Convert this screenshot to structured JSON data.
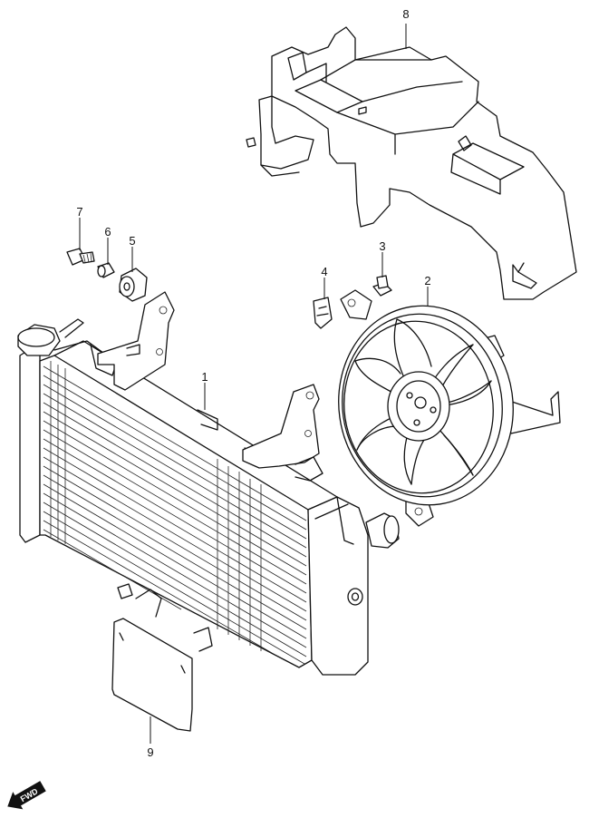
{
  "callouts": [
    {
      "id": "1",
      "label": "1"
    },
    {
      "id": "2",
      "label": "2"
    },
    {
      "id": "3",
      "label": "3"
    },
    {
      "id": "4",
      "label": "4"
    },
    {
      "id": "5",
      "label": "5"
    },
    {
      "id": "6",
      "label": "6"
    },
    {
      "id": "7",
      "label": "7"
    },
    {
      "id": "8",
      "label": "8"
    },
    {
      "id": "9",
      "label": "9"
    }
  ],
  "fwd_label": "FWD"
}
